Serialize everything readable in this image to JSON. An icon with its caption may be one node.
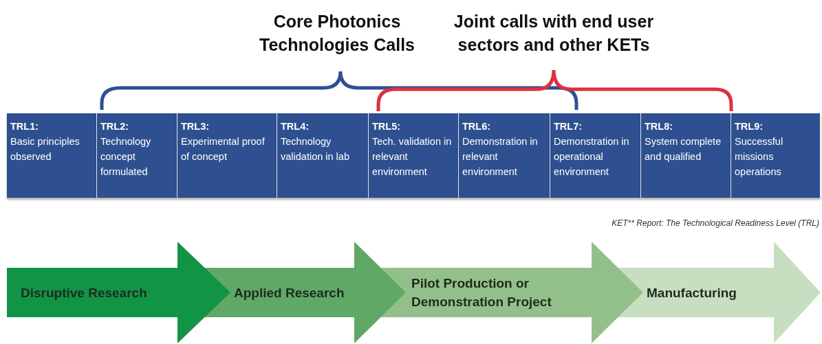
{
  "diagram": {
    "nodes": [
      {
        "text": [
          "TRL1:",
          "Basic principles observed"
        ]
      },
      {
        "text": [
          "TRL2:",
          "Technology concept formulated"
        ]
      },
      {
        "text": [
          "TRL3:",
          "Experimental proof of concept"
        ]
      },
      {
        "text": [
          "TRL4:",
          "Technology validation in lab"
        ]
      },
      {
        "text": [
          "TRL5:",
          "Tech. validation in relevant environment"
        ]
      },
      {
        "text": [
          "TRL6:",
          "Demonstration in relevant environment"
        ]
      },
      {
        "text": [
          "TRL7:",
          "Demonstration in operational environment"
        ]
      },
      {
        "text": [
          "TRL8:",
          "System complete and qualified"
        ]
      },
      {
        "text": [
          "TRL9:",
          "Successful missions operations"
        ]
      },
      {
        "text": [
          "Disruptive Research"
        ]
      },
      {
        "text": [
          "Applied Research"
        ]
      },
      {
        "text": [
          "Pilot Production or Demonstration Project"
        ]
      },
      {
        "text": [
          "Manufacturing"
        ]
      }
    ],
    "edges": [],
    "labels": [
      "Core Photonics Technologies Calls",
      "Joint calls with end user sectors and other KETs",
      "KET** Report: The Technological Readiness Level (TRL)"
    ]
  }
}
